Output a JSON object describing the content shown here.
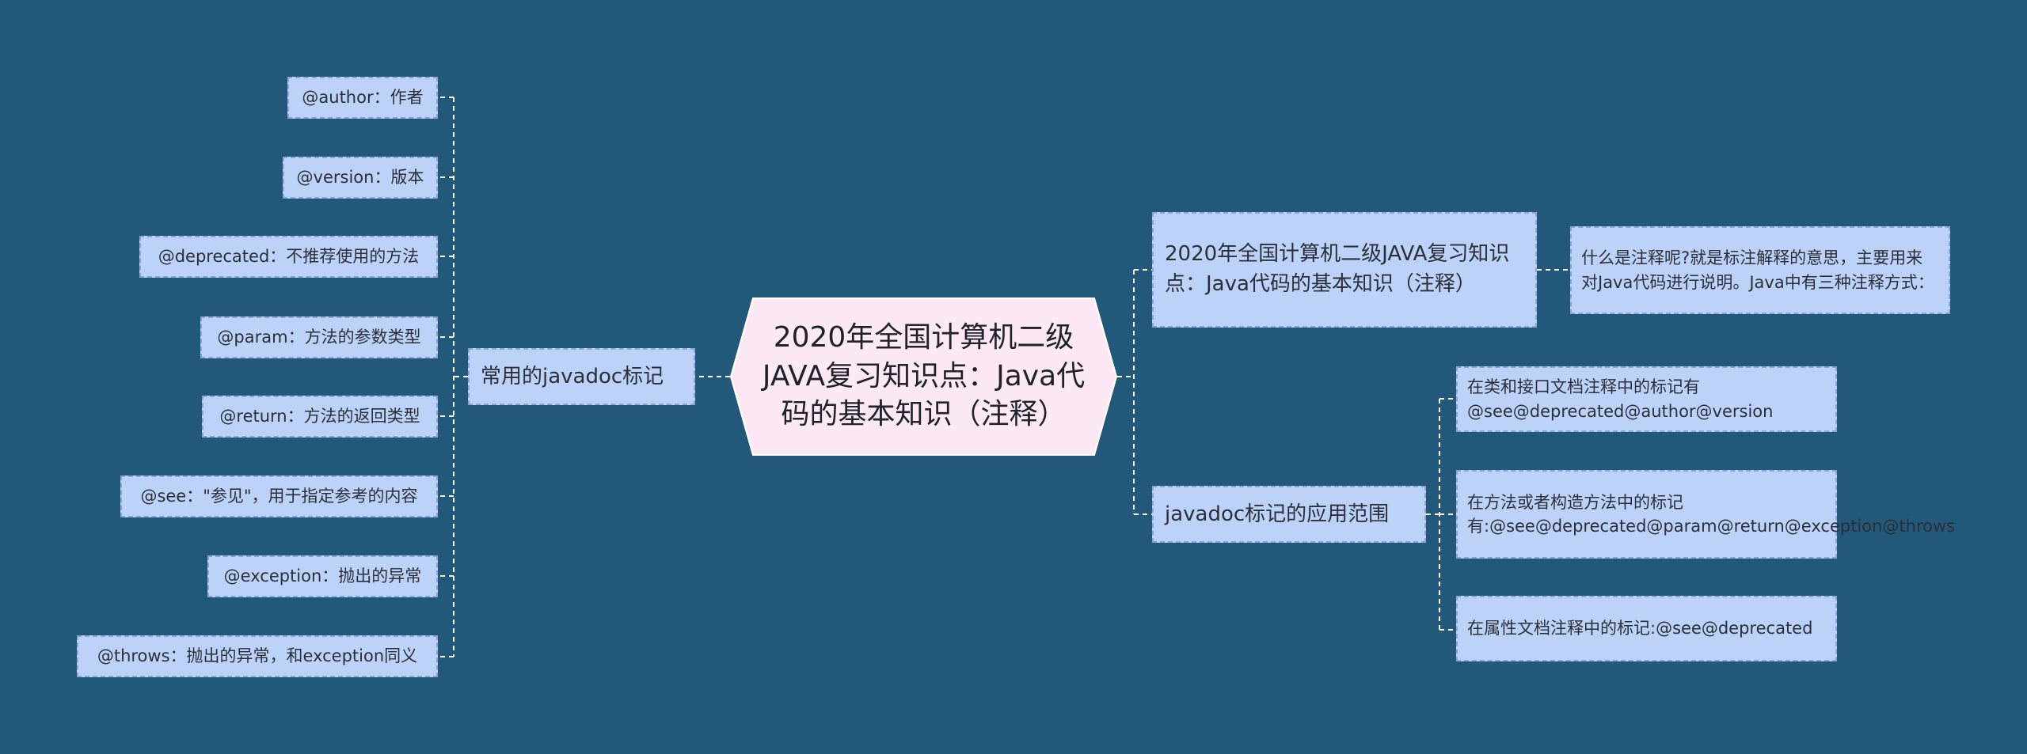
{
  "root": {
    "label": "2020年全国计算机二级JAVA复习知识点：Java代码的基本知识（注释）"
  },
  "left_branch": {
    "label": "常用的javadoc标记",
    "items": [
      {
        "label": "@author：作者"
      },
      {
        "label": "@version：版本"
      },
      {
        "label": "@deprecated：不推荐使用的方法"
      },
      {
        "label": "@param：方法的参数类型"
      },
      {
        "label": "@return：方法的返回类型"
      },
      {
        "label": "@see：\"参见\"，用于指定参考的内容"
      },
      {
        "label": "@exception：抛出的异常"
      },
      {
        "label": "@throws：抛出的异常，和exception同义"
      }
    ]
  },
  "right_branches": [
    {
      "label": "2020年全国计算机二级JAVA复习知识点：Java代码的基本知识（注释）",
      "items": [
        {
          "label": "什么是注释呢?就是标注解释的意思，主要用来对Java代码进行说明。Java中有三种注释方式："
        }
      ]
    },
    {
      "label": "javadoc标记的应用范围",
      "items": [
        {
          "label": "在类和接口文档注释中的标记有@see@deprecated@author@version"
        },
        {
          "label": "在方法或者构造方法中的标记有:@see@deprecated@param@return@exception@throws"
        },
        {
          "label": "在属性文档注释中的标记:@see@deprecated"
        }
      ]
    }
  ],
  "colors": {
    "background": "#22587a",
    "node_fill": "#bdd2f8",
    "node_border": "#8aa5d6",
    "root_fill": "#fde8f5",
    "connector": "#ffffff"
  }
}
